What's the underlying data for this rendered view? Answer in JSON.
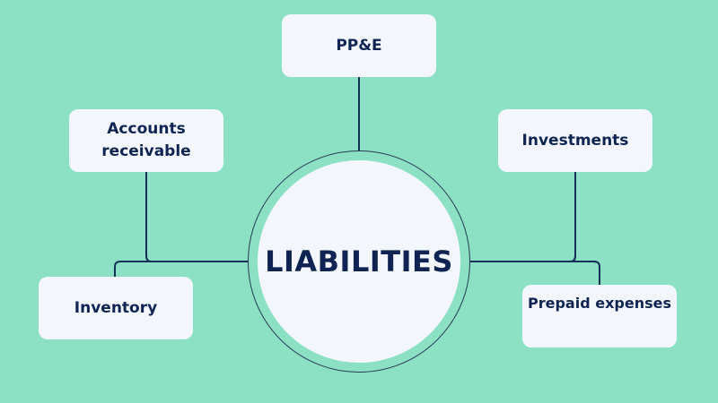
{
  "diagram": {
    "type": "mind-map",
    "center": {
      "label": "LIABILITIES"
    },
    "nodes": [
      {
        "id": "ppe",
        "label": "PP&E",
        "position": "top"
      },
      {
        "id": "accounts-receivable",
        "label_line1": "Accounts",
        "label_line2": "receivable",
        "position": "upper-left"
      },
      {
        "id": "inventory",
        "label": "Inventory",
        "position": "lower-left"
      },
      {
        "id": "investments",
        "label": "Investments",
        "position": "upper-right"
      },
      {
        "id": "prepaid-expenses",
        "label": "Prepaid expenses",
        "position": "lower-right"
      }
    ],
    "colors": {
      "background": "#8ce0c4",
      "node_fill": "#f3f7fd",
      "text": "#0f2452",
      "connector": "#17305a"
    }
  }
}
